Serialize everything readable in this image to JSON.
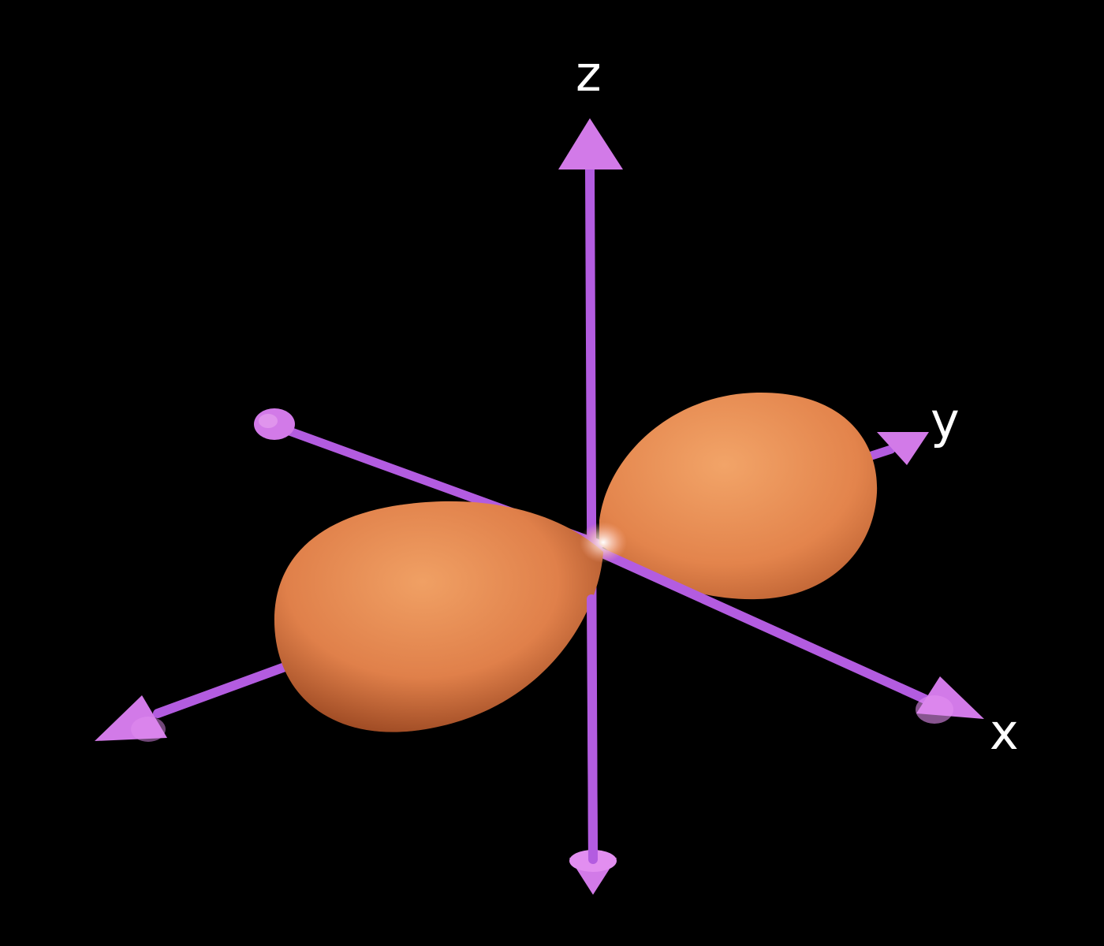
{
  "diagram": {
    "background_color": "#000000",
    "axis_color": "#b35ce0",
    "axis_head_color": "#d77ae8",
    "lobe_color": "#e0804a",
    "label_color": "#ffffff",
    "axes": [
      {
        "id": "z",
        "label": "z"
      },
      {
        "id": "y",
        "label": "y"
      },
      {
        "id": "x",
        "label": "x"
      }
    ],
    "lobes": [
      "front-left-lobe",
      "back-right-lobe"
    ]
  }
}
